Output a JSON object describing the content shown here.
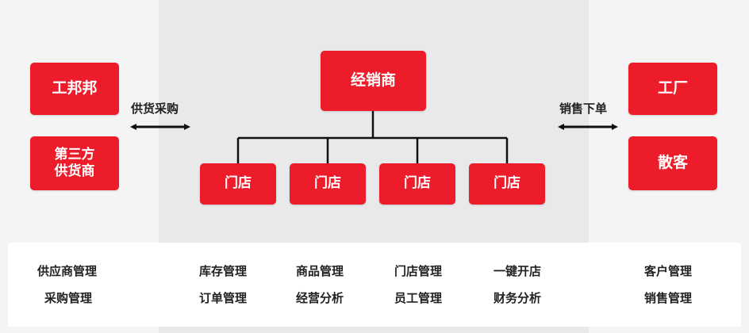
{
  "left": {
    "boxes": [
      "工邦邦",
      "第三方",
      "供货商"
    ],
    "arrow_label": "供货采购"
  },
  "center": {
    "top_box": "经销商",
    "stores": [
      "门店",
      "门店",
      "门店",
      "门店"
    ]
  },
  "right": {
    "boxes": [
      "工厂",
      "散客"
    ],
    "arrow_label": "销售下单"
  },
  "features": {
    "col1": [
      "供应商管理",
      "采购管理"
    ],
    "col2": [
      "库存管理",
      "订单管理"
    ],
    "col3": [
      "商品管理",
      "经营分析"
    ],
    "col4": [
      "门店管理",
      "员工管理"
    ],
    "col5": [
      "一键开店",
      "财务分析"
    ],
    "col6": [
      "客户管理",
      "销售管理"
    ]
  },
  "colors": {
    "box": "#ec1c2a",
    "line": "#111111"
  }
}
